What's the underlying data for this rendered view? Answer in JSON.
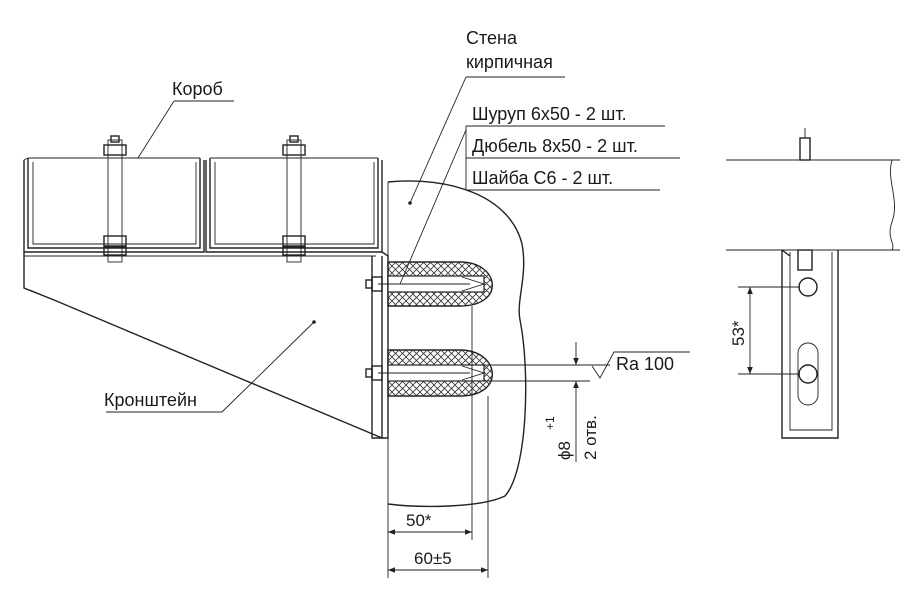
{
  "labels": {
    "wall_line1": "Стена",
    "wall_line2": "кирпичная",
    "box": "Короб",
    "bracket": "Кронштейн",
    "screw": "Шуруп 6х50 - 2 шт.",
    "dowel": "Дюбель 8х50 - 2 шт.",
    "washer": "Шайба С6 - 2 шт.",
    "roughness": "Ra 100"
  },
  "dimensions": {
    "dim_50": "50*",
    "dim_60": "60±5",
    "hole_diameter": "ϕ8",
    "hole_tolerance": "+1",
    "hole_count": "2 отв.",
    "dim_53": "53*"
  }
}
